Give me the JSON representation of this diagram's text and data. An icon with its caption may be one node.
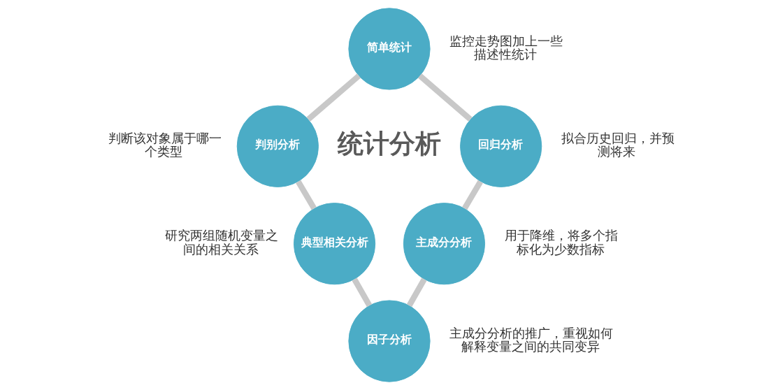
{
  "diagram": {
    "nodes": [
      {
        "text": [
          "简单统计"
        ],
        "beside": [
          "监控走势图加上一些描述性统计"
        ]
      },
      {
        "text": [
          "判别分析"
        ],
        "beside": [
          "判断该对象属于哪一个类型"
        ]
      },
      {
        "text": [
          "回归分析"
        ],
        "beside": [
          "拟合历史回归，并预测将来"
        ]
      },
      {
        "text": [
          "典型相关分析"
        ],
        "beside": [
          "研究两组随机变量之间的相关关系"
        ]
      },
      {
        "text": [
          "主成分分析"
        ],
        "beside": [
          "用于降维，将多个指标化为少数指标"
        ]
      },
      {
        "text": [
          "因子分析"
        ],
        "beside": [
          "主成分分析的推广，重视如何解释变量之间的共同变异"
        ]
      }
    ],
    "edges": [
      {
        "from": 0,
        "to": 1,
        "arrow": "none"
      },
      {
        "from": 0,
        "to": 2,
        "arrow": "none"
      },
      {
        "from": 1,
        "to": 3,
        "arrow": "none"
      },
      {
        "from": 2,
        "to": 4,
        "arrow": "none"
      },
      {
        "from": 3,
        "to": 5,
        "arrow": "none"
      },
      {
        "from": 4,
        "to": 5,
        "arrow": "none"
      }
    ],
    "labels": [
      "统计分析"
    ]
  }
}
